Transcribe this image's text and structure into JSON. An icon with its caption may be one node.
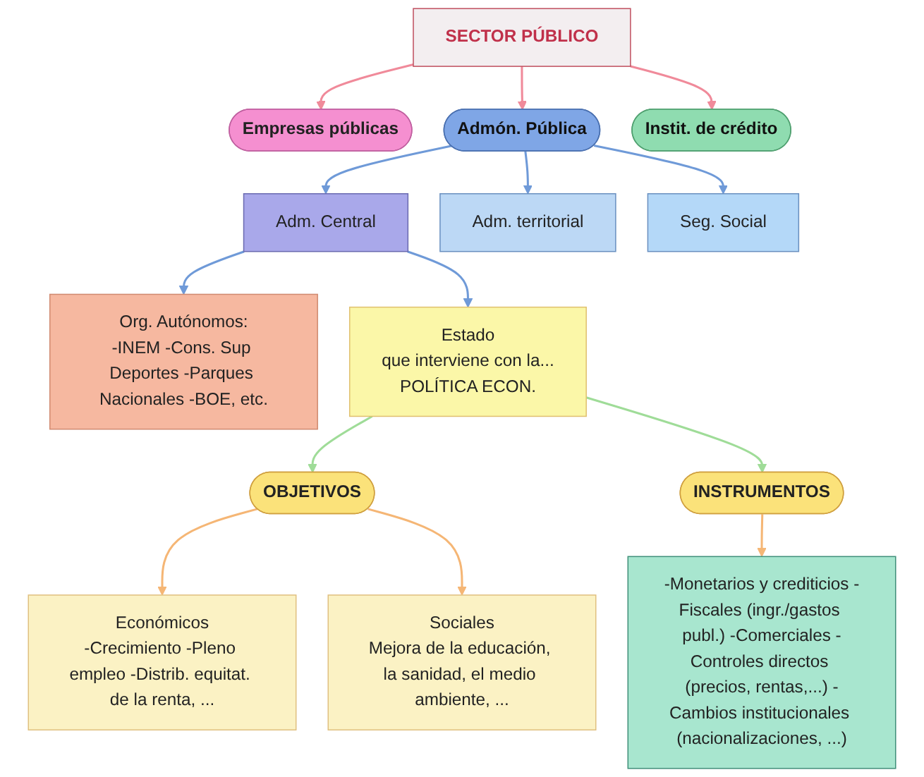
{
  "diagram": {
    "nodes": [
      {
        "text": [
          "SECTOR PÚBLICO"
        ]
      },
      {
        "text": [
          "Empresas públicas"
        ]
      },
      {
        "text": [
          "Admón. Pública"
        ]
      },
      {
        "text": [
          "Instit. de crédito"
        ]
      },
      {
        "text": [
          "Adm. Central"
        ]
      },
      {
        "text": [
          "Adm. territorial"
        ]
      },
      {
        "text": [
          "Seg. Social"
        ]
      },
      {
        "text": [
          "Org. Autónomos:",
          "-INEM -Cons. Sup Deportes -Parques Nacionales -BOE, etc."
        ]
      },
      {
        "text": [
          "Estado",
          "que interviene con la...",
          "POLÍTICA ECON."
        ]
      },
      {
        "text": [
          "OBJETIVOS"
        ]
      },
      {
        "text": [
          "INSTRUMENTOS"
        ]
      },
      {
        "text": [
          "Económicos",
          "-Crecimiento -Pleno empleo -Distrib. equitat. de la renta, ..."
        ]
      },
      {
        "text": [
          "Sociales",
          "Mejora de la educación, la sanidad, el medio ambiente, ..."
        ]
      },
      {
        "text": [
          "-Monetarios y crediticios -Fiscales (ingr./gastos publ.) -Comerciales -Controles directos (precios, rentas,...) -Cambios institucionales (nacionalizaciones, ...)"
        ]
      }
    ],
    "edges": [
      {
        "from": 0,
        "to": 1,
        "arrow": "to",
        "color": "#f08a9a"
      },
      {
        "from": 0,
        "to": 2,
        "arrow": "to",
        "color": "#f08a9a"
      },
      {
        "from": 0,
        "to": 3,
        "arrow": "to",
        "color": "#f08a9a"
      },
      {
        "from": 2,
        "to": 4,
        "arrow": "to"
      },
      {
        "from": 2,
        "to": 5,
        "arrow": "to"
      },
      {
        "from": 2,
        "to": 6,
        "arrow": "to"
      },
      {
        "from": 4,
        "to": 7,
        "arrow": "to"
      },
      {
        "from": 4,
        "to": 8,
        "arrow": "to"
      },
      {
        "from": 8,
        "to": 9,
        "arrow": "to",
        "color": "#9fdc98"
      },
      {
        "from": 8,
        "to": 10,
        "arrow": "to",
        "color": "#9fdc98"
      },
      {
        "from": 9,
        "to": 11,
        "arrow": "to",
        "color": "#f5b675"
      },
      {
        "from": 9,
        "to": 12,
        "arrow": "to",
        "color": "#f5b675"
      },
      {
        "from": 10,
        "to": 13,
        "arrow": "to",
        "color": "#f5b675"
      }
    ]
  }
}
